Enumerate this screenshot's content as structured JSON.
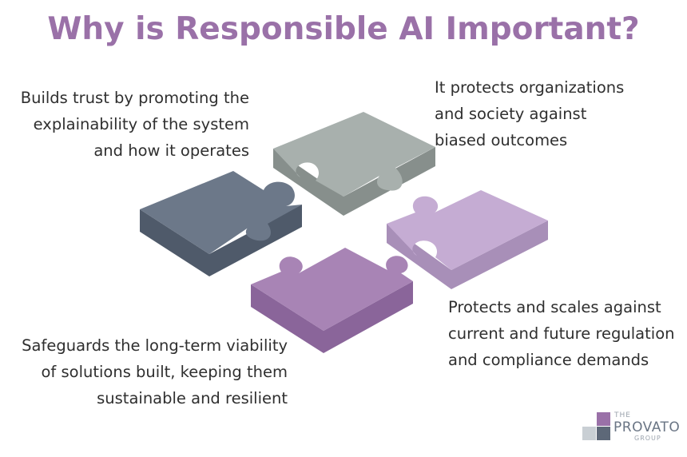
{
  "title": "Why is Responsible AI Important?",
  "captions": {
    "top_left": [
      "Builds trust by promoting the",
      "explainability of the system",
      "and how it operates"
    ],
    "top_right": [
      "It protects organizations",
      "and society against",
      "biased outcomes"
    ],
    "bottom_right": [
      "Protects and scales against",
      "current and future regulation",
      "and compliance demands"
    ],
    "bottom_left": [
      "Safeguards the long-term viability",
      "of solutions built, keeping them",
      "sustainable and resilient"
    ]
  },
  "puzzle_pieces": [
    {
      "name": "slate-piece",
      "top": "#6c7889",
      "side": "#4f5a6a"
    },
    {
      "name": "gray-piece",
      "top": "#a8b0ad",
      "side": "#878f8c"
    },
    {
      "name": "lilac-piece",
      "top": "#c5acd3",
      "side": "#a88fb8"
    },
    {
      "name": "purple-piece",
      "top": "#a884b5",
      "side": "#8a659a"
    }
  ],
  "logo": {
    "line1": "THE",
    "line2": "PROVATO",
    "line3": "GROUP",
    "colors": [
      "#9a71a8",
      "#5d6878",
      "#c9cfd4"
    ]
  },
  "colors": {
    "title": "#9a71a8",
    "text": "#2f2f2f"
  }
}
